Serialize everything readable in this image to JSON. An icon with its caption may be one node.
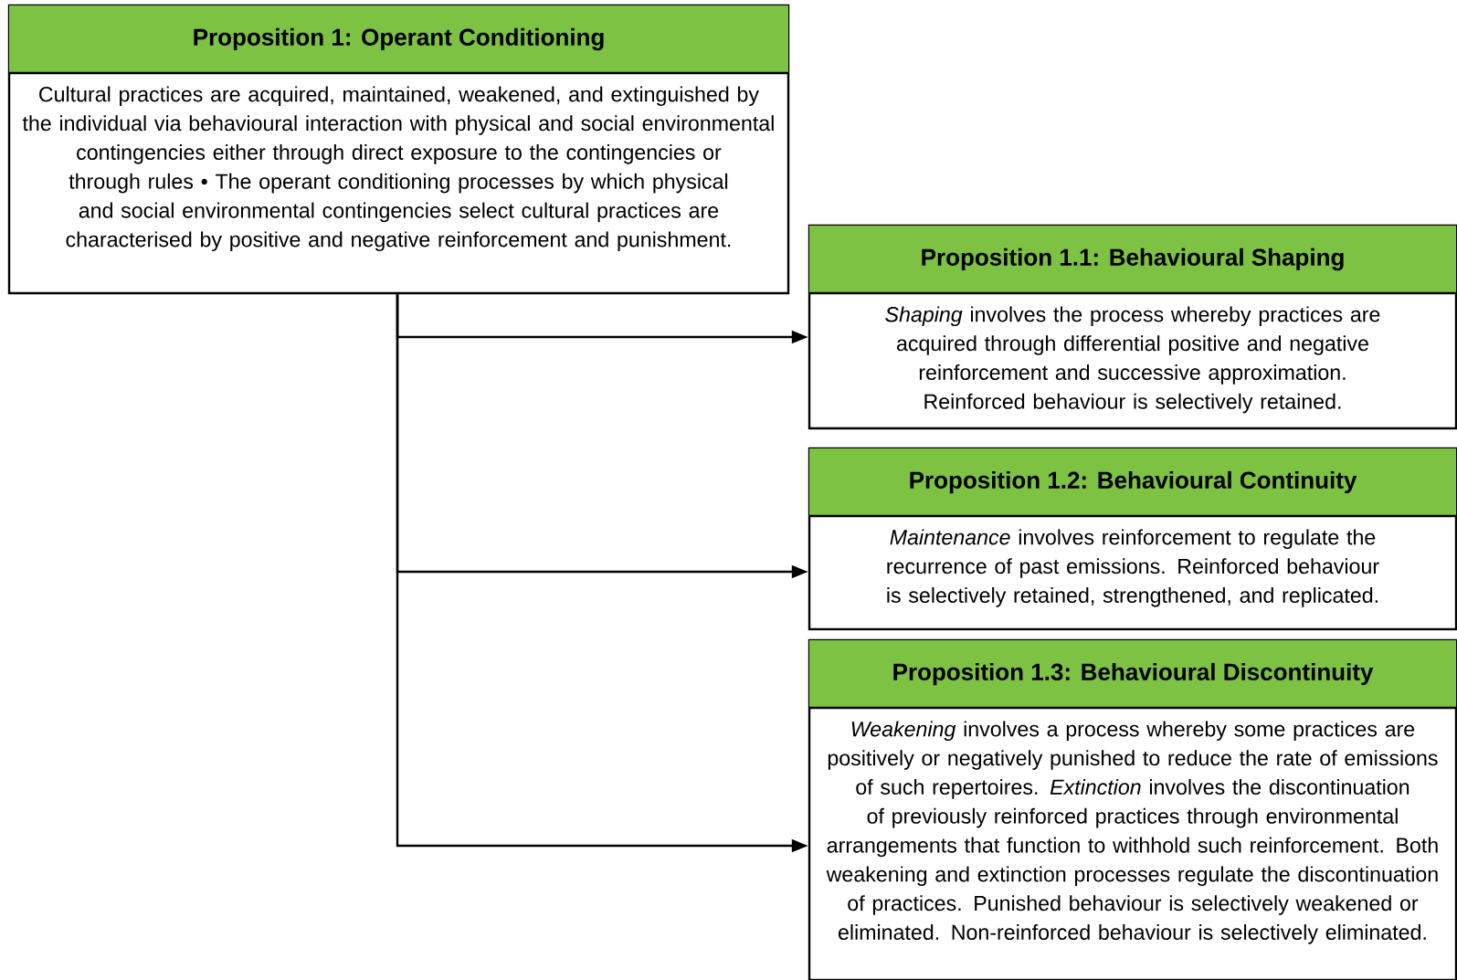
{
  "diagram": {
    "nodes": [
      {
        "text": [
          "Proposition 1: Operant Conditioning",
          "Cultural practices are acquired, maintained, weakened, and extinguished by the individual via behavioural interaction with physical and social environmental contingencies either through direct exposure to the contingencies or through rules • The operant conditioning processes by which physical and social environmental contingencies select cultural practices are characterised by positive and negative reinforcement and punishment."
        ]
      },
      {
        "text": [
          "Proposition 1.1: Behavioural Shaping",
          "*Shaping* involves the process whereby practices are acquired through differential positive and negative reinforcement and successive approximation.  Reinforced behaviour is selectively retained."
        ]
      },
      {
        "text": [
          "Proposition 1.2: Behavioural Continuity",
          "*Maintenance* involves reinforcement to regulate the recurrence of past emissions.  Reinforced behaviour is selectively retained, strengthened, and replicated."
        ]
      },
      {
        "text": [
          "Proposition 1.3: Behavioural Discontinuity",
          "*Weakening* involves a process whereby some practices are positively or negatively punished to reduce the rate of emissions of such repertoires.  *Extinction* involves the discontinuation of previously reinforced practices through environmental arrangements that function to withhold such reinforcement.  Both weakening and extinction processes regulate the discontinuation of practices.  Punished behaviour is selectively weakened or eliminated.  Non-reinforced behaviour is selectively eliminated."
        ]
      }
    ],
    "edges": [
      {
        "from": 0,
        "to": 1,
        "arrow": "to"
      },
      {
        "from": 0,
        "to": 2,
        "arrow": "to"
      },
      {
        "from": 0,
        "to": 3,
        "arrow": "to"
      }
    ]
  }
}
